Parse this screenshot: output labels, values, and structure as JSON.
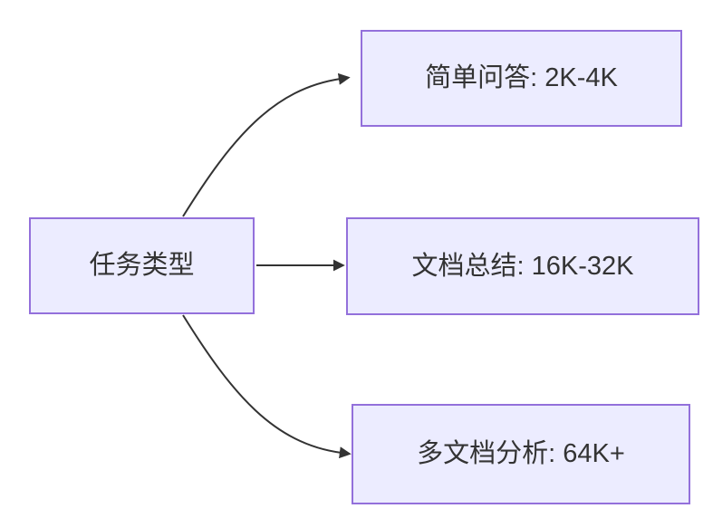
{
  "diagram": {
    "type": "flowchart",
    "direction": "left-to-right",
    "root": {
      "label": "任务类型"
    },
    "branches": [
      {
        "label": "简单问答: 2K-4K"
      },
      {
        "label": "文档总结: 16K-32K"
      },
      {
        "label": "多文档分析: 64K+"
      }
    ],
    "edges": [
      {
        "from": "任务类型",
        "to": "简单问答: 2K-4K",
        "style": "curved-up"
      },
      {
        "from": "任务类型",
        "to": "文档总结: 16K-32K",
        "style": "straight"
      },
      {
        "from": "任务类型",
        "to": "多文档分析: 64K+",
        "style": "curved-down"
      }
    ],
    "colors": {
      "node_fill": "#ECECFF",
      "node_border": "#9370DB",
      "edge": "#333333",
      "text": "#333333",
      "background": "#FFFFFF"
    }
  }
}
